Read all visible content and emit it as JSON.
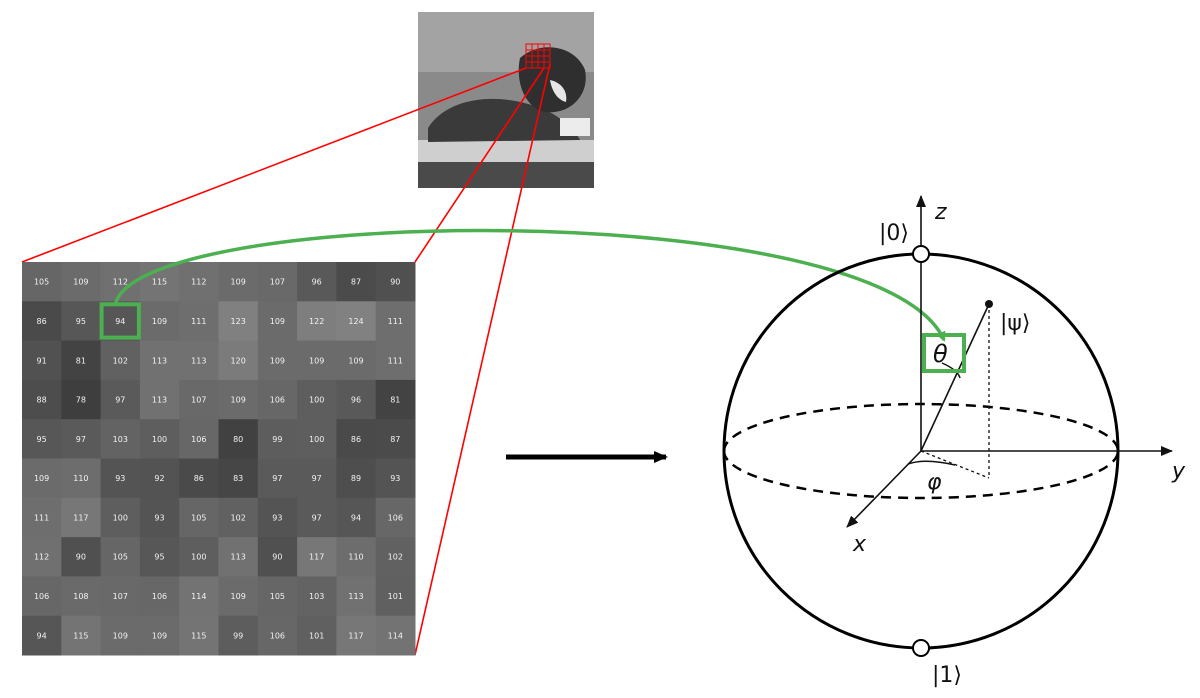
{
  "pixel_grid": {
    "rows": [
      [
        105,
        109,
        112,
        115,
        112,
        109,
        107,
        96,
        87,
        90
      ],
      [
        86,
        95,
        94,
        109,
        111,
        123,
        109,
        122,
        124,
        111
      ],
      [
        91,
        81,
        102,
        113,
        113,
        120,
        109,
        109,
        109,
        111
      ],
      [
        88,
        78,
        97,
        113,
        107,
        109,
        106,
        100,
        96,
        81
      ],
      [
        95,
        97,
        103,
        100,
        106,
        80,
        99,
        100,
        86,
        87
      ],
      [
        109,
        110,
        93,
        92,
        86,
        83,
        97,
        97,
        89,
        93
      ],
      [
        111,
        117,
        100,
        93,
        105,
        102,
        93,
        97,
        94,
        106
      ],
      [
        112,
        90,
        105,
        95,
        100,
        113,
        90,
        117,
        110,
        102
      ],
      [
        106,
        108,
        107,
        106,
        114,
        109,
        105,
        103,
        113,
        101
      ],
      [
        94,
        115,
        109,
        109,
        115,
        99,
        106,
        101,
        117,
        114
      ]
    ],
    "highlighted_cell": {
      "row": 1,
      "col": 2
    }
  },
  "bloch": {
    "ket0": "|0⟩",
    "ket1": "|1⟩",
    "psi": "|ψ⟩",
    "theta": "θ",
    "phi": "φ",
    "axis_x": "x",
    "axis_y": "y",
    "axis_z": "z"
  },
  "colors": {
    "highlight": "#4caf50",
    "zoom_lines": "#ff0000",
    "arrow": "#000000"
  }
}
